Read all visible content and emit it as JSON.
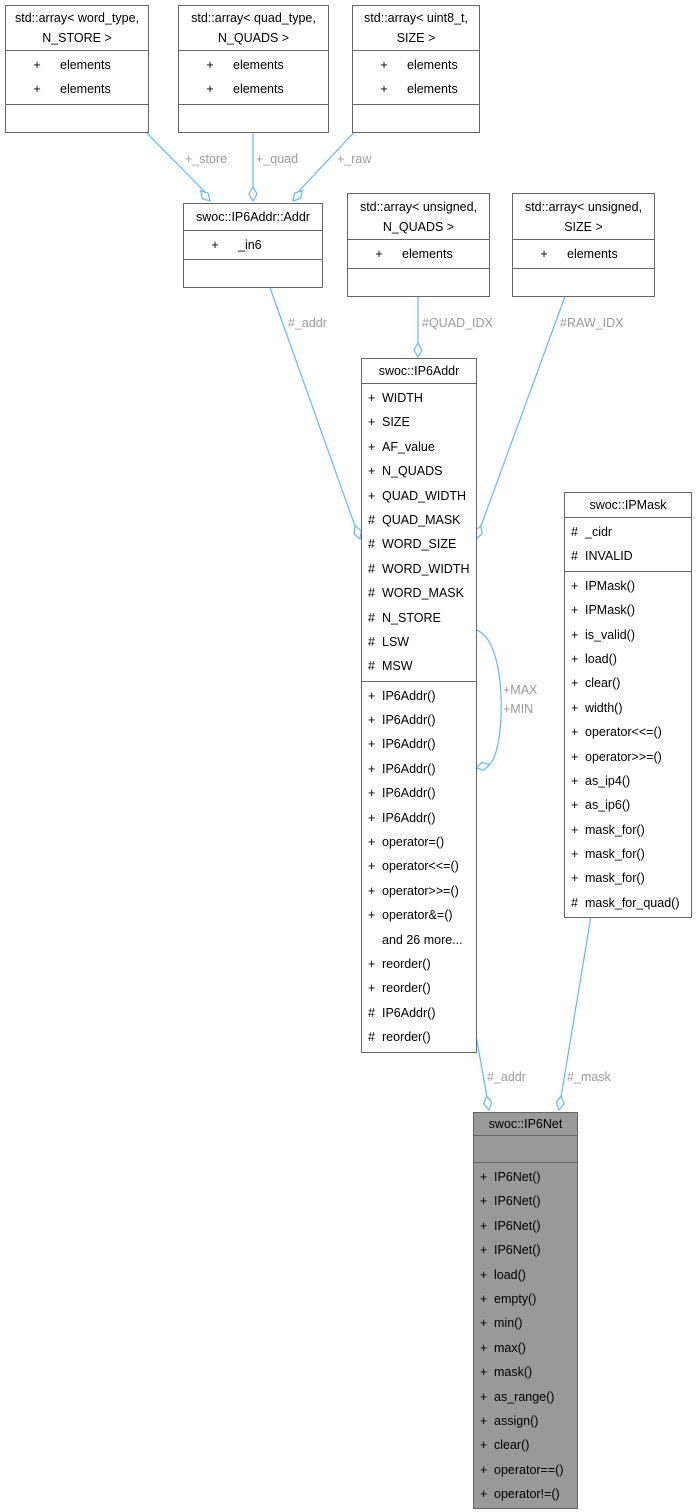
{
  "colors": {
    "edge": "#63b8ff",
    "edge_label": "#9a9a9a",
    "border": "#666666",
    "highlight_fill": "#999999"
  },
  "classes": [
    {
      "id": "array_word",
      "title": [
        "std::array< word_type,",
        "N_STORE >"
      ],
      "attributes": [
        {
          "vis": "+",
          "name": "elements"
        },
        {
          "vis": "+",
          "name": "elements"
        }
      ],
      "methods": []
    },
    {
      "id": "array_quad",
      "title": [
        "std::array< quad_type,",
        "N_QUADS >"
      ],
      "attributes": [
        {
          "vis": "+",
          "name": "elements"
        },
        {
          "vis": "+",
          "name": "elements"
        }
      ],
      "methods": []
    },
    {
      "id": "array_uint8",
      "title": [
        "std::array< uint8_t,",
        "SIZE >"
      ],
      "attributes": [
        {
          "vis": "+",
          "name": "elements"
        },
        {
          "vis": "+",
          "name": "elements"
        }
      ],
      "methods": []
    },
    {
      "id": "addr",
      "title": [
        "swoc::IP6Addr::Addr"
      ],
      "attributes": [
        {
          "vis": "+",
          "name": "_in6"
        }
      ],
      "methods": []
    },
    {
      "id": "array_unsigned_quads",
      "title": [
        "std::array< unsigned,",
        "N_QUADS >"
      ],
      "attributes": [
        {
          "vis": "+",
          "name": "elements"
        }
      ],
      "methods": []
    },
    {
      "id": "array_unsigned_size",
      "title": [
        "std::array< unsigned,",
        "SIZE >"
      ],
      "attributes": [
        {
          "vis": "+",
          "name": "elements"
        }
      ],
      "methods": []
    },
    {
      "id": "ip6addr",
      "title": [
        "swoc::IP6Addr"
      ],
      "attributes": [
        {
          "vis": "+",
          "name": "WIDTH"
        },
        {
          "vis": "+",
          "name": "SIZE"
        },
        {
          "vis": "+",
          "name": "AF_value"
        },
        {
          "vis": "+",
          "name": "N_QUADS"
        },
        {
          "vis": "+",
          "name": "QUAD_WIDTH"
        },
        {
          "vis": "#",
          "name": "QUAD_MASK"
        },
        {
          "vis": "#",
          "name": "WORD_SIZE"
        },
        {
          "vis": "#",
          "name": "WORD_WIDTH"
        },
        {
          "vis": "#",
          "name": "WORD_MASK"
        },
        {
          "vis": "#",
          "name": "N_STORE"
        },
        {
          "vis": "#",
          "name": "LSW"
        },
        {
          "vis": "#",
          "name": "MSW"
        }
      ],
      "methods": [
        {
          "vis": "+",
          "name": "IP6Addr()"
        },
        {
          "vis": "+",
          "name": "IP6Addr()"
        },
        {
          "vis": "+",
          "name": "IP6Addr()"
        },
        {
          "vis": "+",
          "name": "IP6Addr()"
        },
        {
          "vis": "+",
          "name": "IP6Addr()"
        },
        {
          "vis": "+",
          "name": "IP6Addr()"
        },
        {
          "vis": "+",
          "name": "operator=()"
        },
        {
          "vis": "+",
          "name": "operator<<=()"
        },
        {
          "vis": "+",
          "name": "operator>>=()"
        },
        {
          "vis": "+",
          "name": "operator&=()"
        },
        {
          "vis": "",
          "name": "and 26 more..."
        },
        {
          "vis": "+",
          "name": "reorder()"
        },
        {
          "vis": "+",
          "name": "reorder()"
        },
        {
          "vis": "#",
          "name": "IP6Addr()"
        },
        {
          "vis": "#",
          "name": "reorder()"
        }
      ]
    },
    {
      "id": "ipmask",
      "title": [
        "swoc::IPMask"
      ],
      "attributes": [
        {
          "vis": "#",
          "name": "_cidr"
        },
        {
          "vis": "#",
          "name": "INVALID"
        }
      ],
      "methods": [
        {
          "vis": "+",
          "name": "IPMask()"
        },
        {
          "vis": "+",
          "name": "IPMask()"
        },
        {
          "vis": "+",
          "name": "is_valid()"
        },
        {
          "vis": "+",
          "name": "load()"
        },
        {
          "vis": "+",
          "name": "clear()"
        },
        {
          "vis": "+",
          "name": "width()"
        },
        {
          "vis": "+",
          "name": "operator<<=()"
        },
        {
          "vis": "+",
          "name": "operator>>=()"
        },
        {
          "vis": "+",
          "name": "as_ip4()"
        },
        {
          "vis": "+",
          "name": "as_ip6()"
        },
        {
          "vis": "+",
          "name": "mask_for()"
        },
        {
          "vis": "+",
          "name": "mask_for()"
        },
        {
          "vis": "+",
          "name": "mask_for()"
        },
        {
          "vis": "#",
          "name": "mask_for_quad()"
        }
      ]
    },
    {
      "id": "ip6net",
      "title": [
        "swoc::IP6Net"
      ],
      "highlighted": true,
      "attributes": [],
      "methods": [
        {
          "vis": "+",
          "name": "IP6Net()"
        },
        {
          "vis": "+",
          "name": "IP6Net()"
        },
        {
          "vis": "+",
          "name": "IP6Net()"
        },
        {
          "vis": "+",
          "name": "IP6Net()"
        },
        {
          "vis": "+",
          "name": "load()"
        },
        {
          "vis": "+",
          "name": "empty()"
        },
        {
          "vis": "+",
          "name": "min()"
        },
        {
          "vis": "+",
          "name": "max()"
        },
        {
          "vis": "+",
          "name": "mask()"
        },
        {
          "vis": "+",
          "name": "as_range()"
        },
        {
          "vis": "+",
          "name": "assign()"
        },
        {
          "vis": "+",
          "name": "clear()"
        },
        {
          "vis": "+",
          "name": "operator==()"
        },
        {
          "vis": "+",
          "name": "operator!=()"
        }
      ]
    }
  ],
  "edges": [
    {
      "from": "array_word",
      "to": "addr",
      "label": [
        "+_store"
      ]
    },
    {
      "from": "array_quad",
      "to": "addr",
      "label": [
        "+_quad"
      ]
    },
    {
      "from": "array_uint8",
      "to": "addr",
      "label": [
        "+_raw"
      ]
    },
    {
      "from": "addr",
      "to": "ip6addr",
      "label": [
        "#_addr"
      ]
    },
    {
      "from": "array_unsigned_quads",
      "to": "ip6addr",
      "label": [
        "#QUAD_IDX"
      ]
    },
    {
      "from": "array_unsigned_size",
      "to": "ip6addr",
      "label": [
        "#RAW_IDX"
      ]
    },
    {
      "from": "ip6addr",
      "to": "ip6addr",
      "label": [
        "+MAX",
        "+MIN"
      ]
    },
    {
      "from": "ip6addr",
      "to": "ip6net",
      "label": [
        "#_addr"
      ]
    },
    {
      "from": "ipmask",
      "to": "ip6net",
      "label": [
        "#_mask"
      ]
    }
  ]
}
